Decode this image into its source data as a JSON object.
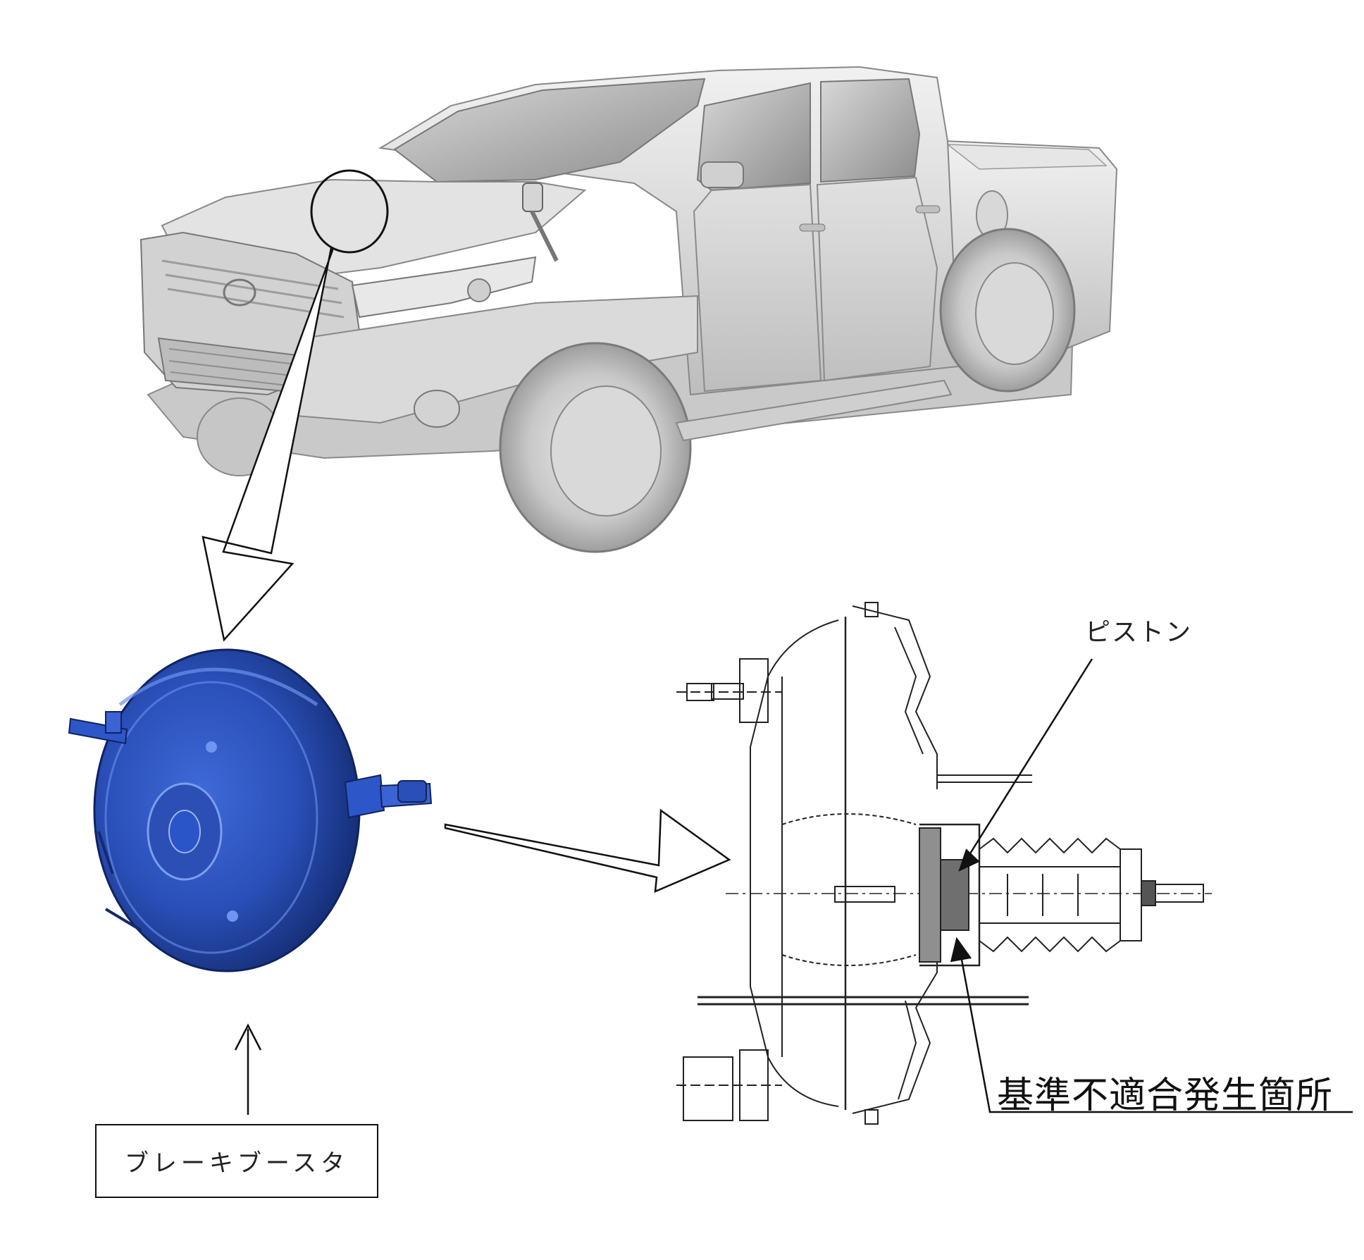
{
  "labels": {
    "piston": "ピストン",
    "defect_location": "基準不適合発生箇所",
    "brake_booster": "ブレーキブースタ"
  },
  "colors": {
    "truck_body": "#dcdcdc",
    "booster_blue": "#2a4fb8",
    "line": "#111111"
  },
  "icons": {
    "vehicle": "pickup-truck-illustration",
    "part": "brake-booster-3d",
    "section": "brake-booster-cross-section"
  }
}
